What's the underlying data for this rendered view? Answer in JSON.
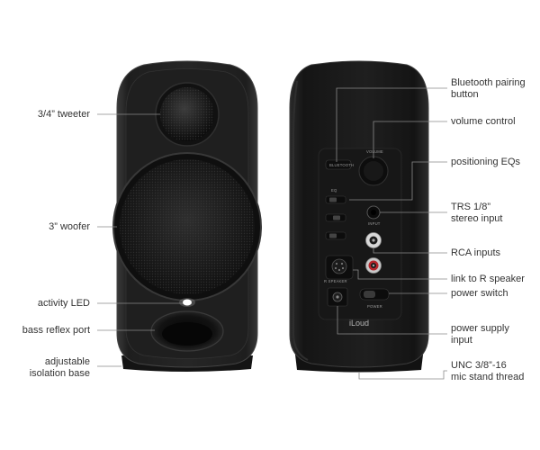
{
  "colors": {
    "speaker_body": "#1c1c1c",
    "speaker_edge": "#3a3a3a",
    "grille": "#262626",
    "leader_line": "#8a8a8a",
    "label_text": "#333333",
    "led": "#ffffff"
  },
  "labels": {
    "tweeter": "3/4” tweeter",
    "woofer": "3” woofer",
    "activity_led": "activity LED",
    "bass_reflex_port": "bass reflex port",
    "isolation_base": [
      "adjustable",
      "isolation base"
    ],
    "bluetooth_pairing": [
      "Bluetooth pairing",
      "button"
    ],
    "volume_control": "volume control",
    "positioning_eqs": "positioning EQs",
    "trs_input": [
      "TRS 1/8”",
      "stereo input"
    ],
    "rca_inputs": "RCA inputs",
    "link_r_speaker": "link to R speaker",
    "power_switch": "power switch",
    "power_supply": [
      "power supply",
      "input"
    ],
    "mic_stand_thread": [
      "UNC 3/8”-16",
      "mic stand thread"
    ]
  },
  "panel": {
    "bluetooth": "BLUETOOTH",
    "volume": "VOLUME",
    "eq": "EQ",
    "input": "INPUT",
    "r_speaker": "R SPEAKER",
    "power": "POWER",
    "brand": "iLoud"
  }
}
